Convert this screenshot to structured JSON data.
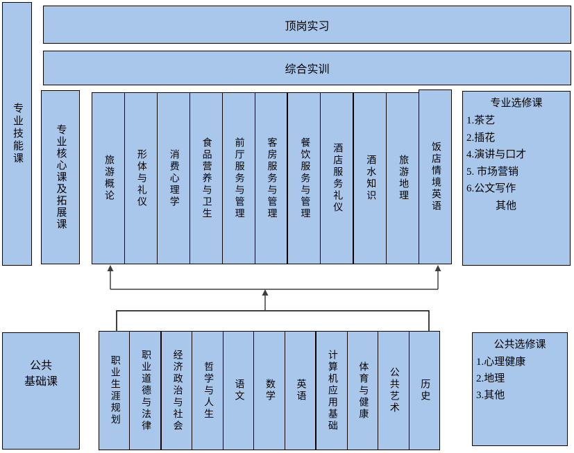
{
  "colors": {
    "box_fill": "#a9c7ea",
    "box_border": "#000000",
    "arrow": "#3d3d3d"
  },
  "left_bar": {
    "label": "专业技能课"
  },
  "top_bars": {
    "internship": "顶岗实习",
    "training": "综合实训"
  },
  "core_bar": {
    "label": "专业核心课及拓展课"
  },
  "professional_courses": [
    "旅游概论",
    "形体与礼仪",
    "消费心理学",
    "食品营养与卫生",
    "前厅服务与管理",
    "客房服务与管理",
    "餐饮服务与管理",
    "酒店服务礼仪",
    "酒水知识",
    "旅游地理",
    "饭店情境英语"
  ],
  "professional_electives": {
    "title": "专业选修课",
    "items": [
      "1.茶艺",
      "2.插花",
      "4.演讲与口才",
      "5. 市场营销",
      "6.公文写作",
      "其他"
    ]
  },
  "public_base": {
    "lines": [
      "公共",
      "基础课"
    ]
  },
  "public_courses": [
    "职业生涯规划",
    "职业道德与法律",
    "经济政治与社会",
    "哲学与人生",
    "语文",
    "数学",
    "英语",
    "计算机应用基础",
    "体育与健康",
    "公共艺术",
    "历史"
  ],
  "public_electives": {
    "title": "公共选修课",
    "items": [
      "1.心理健康",
      "2.地理",
      "3.其他"
    ]
  }
}
